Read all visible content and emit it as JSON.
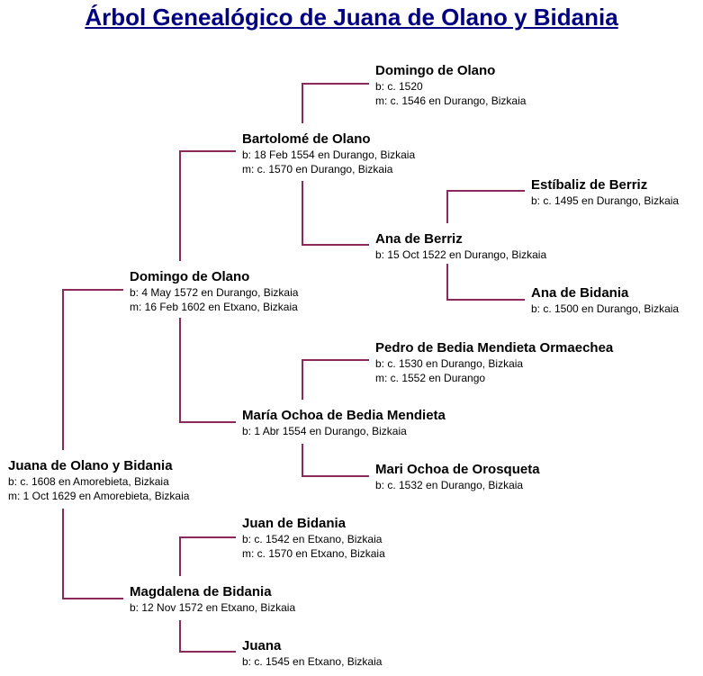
{
  "title": "Árbol Genealógico de Juana de Olano y Bidania",
  "people": {
    "juana_root": {
      "name": "Juana de Olano y Bidania",
      "birth": "b: c. 1608 en Amorebieta, Bizkaia",
      "marriage": "m: 1 Oct 1629 en Amorebieta, Bizkaia"
    },
    "domingo_father": {
      "name": "Domingo de Olano",
      "birth": "b: 4 May 1572 en Durango, Bizkaia",
      "marriage": "m: 16 Feb 1602 en Etxano, Bizkaia"
    },
    "magdalena": {
      "name": "Magdalena de Bidania",
      "birth": "b: 12 Nov 1572 en Etxano, Bizkaia"
    },
    "bartolome": {
      "name": "Bartolomé de Olano",
      "birth": "b: 18 Feb 1554 en Durango, Bizkaia",
      "marriage": "m: c. 1570 en Durango, Bizkaia"
    },
    "maria_ochoa": {
      "name": "María Ochoa de Bedia Mendieta",
      "birth": "b: 1 Abr 1554 en Durango, Bizkaia"
    },
    "juan_bidania": {
      "name": "Juan de Bidania",
      "birth": "b: c. 1542 en Etxano, Bizkaia",
      "marriage": "m: c. 1570 en Etxano, Bizkaia"
    },
    "juana_mother": {
      "name": "Juana",
      "birth": "b: c. 1545 en Etxano, Bizkaia"
    },
    "domingo_gf": {
      "name": "Domingo de Olano",
      "birth": "b: c. 1520",
      "marriage": "m: c. 1546 en Durango, Bizkaia"
    },
    "ana_berriz": {
      "name": "Ana de Berriz",
      "birth": "b: 15 Oct 1522 en Durango, Bizkaia"
    },
    "pedro": {
      "name": "Pedro de Bedia Mendieta Ormaechea",
      "birth": "b: c. 1530 en Durango, Bizkaia",
      "marriage": "m: c. 1552 en Durango"
    },
    "mari_ochoa": {
      "name": "Mari Ochoa de Orosqueta",
      "birth": "b: c. 1532 en Durango, Bizkaia"
    },
    "estibaliz": {
      "name": "Estíbaliz de Berriz",
      "birth": "b: c. 1495 en Durango, Bizkaia"
    },
    "ana_bidania": {
      "name": "Ana de Bidania",
      "birth": "b: c. 1500 en Durango, Bizkaia"
    }
  }
}
